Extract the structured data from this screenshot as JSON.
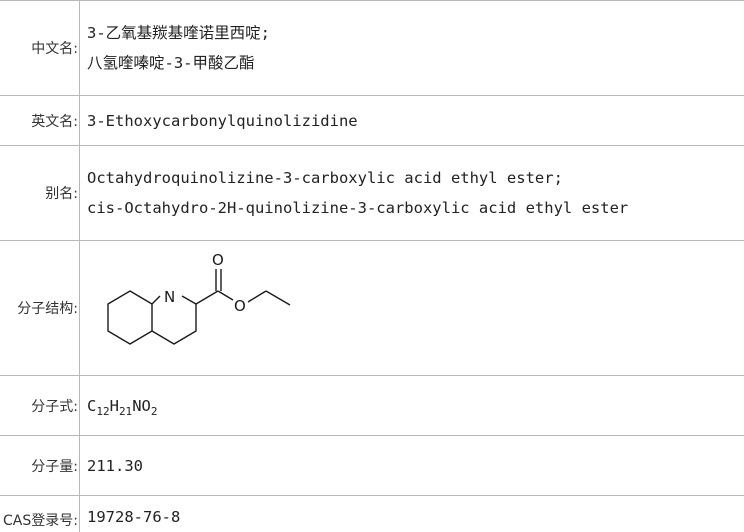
{
  "rows": {
    "cn_name": {
      "label": "中文名:",
      "lines": [
        "3-乙氧基羰基喹诺里西啶;",
        "八氢喹嗪啶-3-甲酸乙酯"
      ]
    },
    "en_name": {
      "label": "英文名:",
      "value": "3-Ethoxycarbonylquinolizidine"
    },
    "alias": {
      "label": "别名:",
      "lines": [
        "Octahydroquinolizine-3-carboxylic acid ethyl ester;",
        "cis-Octahydro-2H-quinolizine-3-carboxylic acid ethyl ester"
      ]
    },
    "structure": {
      "label": "分子结构:",
      "atoms": {
        "n": "N",
        "o_carbonyl": "O",
        "o_ester": "O"
      }
    },
    "formula": {
      "label": "分子式:",
      "parts": {
        "c": "C",
        "c_n": "12",
        "h": "H",
        "h_n": "21",
        "no": "NO",
        "o_n": "2"
      }
    },
    "weight": {
      "label": "分子量:",
      "value": "211.30"
    },
    "cas": {
      "label": "CAS登录号:",
      "value": "19728-76-8"
    }
  }
}
